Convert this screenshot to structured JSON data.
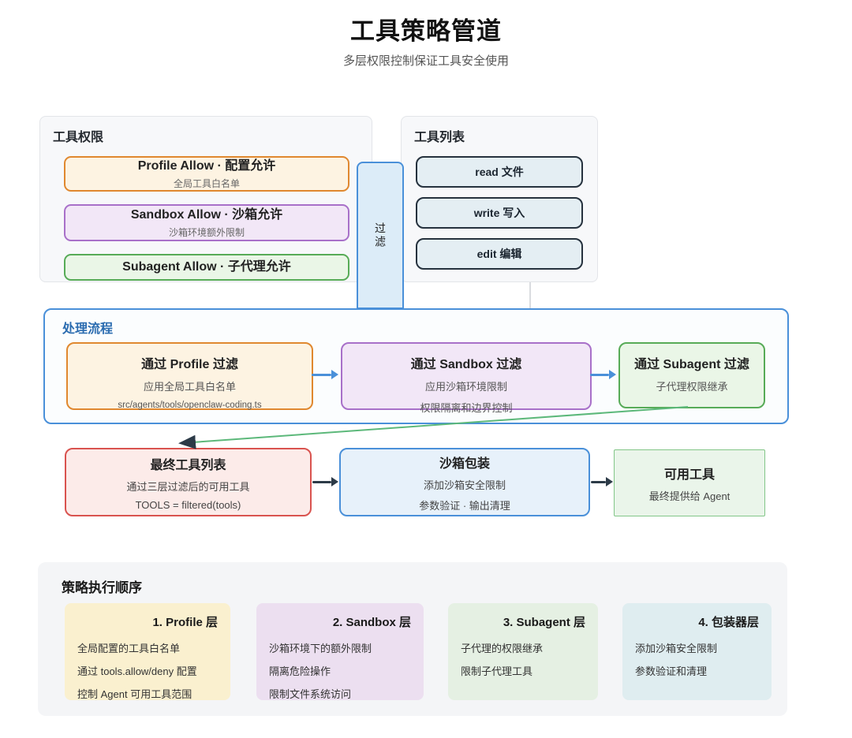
{
  "page": {
    "title": "工具策略管道",
    "subtitle": "多层权限控制保证工具安全使用"
  },
  "permissions_panel": {
    "title": "工具权限",
    "items": [
      {
        "title": "Profile Allow · 配置允许",
        "subtitle": "全局工具白名单"
      },
      {
        "title": "Sandbox Allow · 沙箱允许",
        "subtitle": "沙箱环境额外限制"
      },
      {
        "title": "Subagent Allow · 子代理允许"
      }
    ]
  },
  "filter_node": {
    "label": "过滤"
  },
  "tools_panel": {
    "title": "工具列表",
    "items": [
      "read 文件",
      "write 写入",
      "edit 编辑"
    ]
  },
  "process_panel": {
    "title": "处理流程",
    "steps": [
      {
        "title": "通过 Profile 过滤",
        "line1": "应用全局工具白名单",
        "line2": "src/agents/tools/openclaw-coding.ts"
      },
      {
        "title": "通过 Sandbox 过滤",
        "line1": "应用沙箱环境限制",
        "line2": "权限隔离和边界控制"
      },
      {
        "title": "通过 Subagent 过滤",
        "line1": "子代理权限继承"
      }
    ]
  },
  "result_row": [
    {
      "title": "最终工具列表",
      "line1": "通过三层过滤后的可用工具",
      "line2": "TOOLS = filtered(tools)"
    },
    {
      "title": "沙箱包装",
      "line1": "添加沙箱安全限制",
      "line2": "参数验证 · 输出清理"
    },
    {
      "title": "可用工具",
      "line1": "最终提供给 Agent"
    }
  ],
  "order_panel": {
    "title": "策略执行顺序",
    "cards": [
      {
        "header": "1. Profile 层",
        "items": [
          "全局配置的工具白名单",
          "通过 tools.allow/deny 配置",
          "控制 Agent 可用工具范围"
        ]
      },
      {
        "header": "2. Sandbox 层",
        "items": [
          "沙箱环境下的额外限制",
          "隔离危险操作",
          "限制文件系统访问"
        ]
      },
      {
        "header": "3. Subagent 层",
        "items": [
          "子代理的权限继承",
          "限制子代理工具"
        ]
      },
      {
        "header": "4. 包装器层",
        "items": [
          "添加沙箱安全限制",
          "参数验证和清理"
        ]
      }
    ]
  },
  "colors": {
    "profile_border": "#e0882f",
    "profile_bg": "#fdf3e2",
    "sandbox_border": "#a870c9",
    "sandbox_bg": "#f2e7f7",
    "subagent_border": "#57ab57",
    "subagent_bg": "#eaf6e7",
    "flow_blue": "#4a90d9",
    "filter_bg": "#dcecf8",
    "tool_border": "#26323e",
    "tool_bg": "#e4eef3",
    "final_border": "#d9534f",
    "final_bg": "#fcebe9",
    "wrap_bg": "#e7f1fa",
    "avail_border": "#82c688",
    "avail_bg": "#eaf5ea",
    "panel_bg": "#f7f8fa",
    "order_panel_bg": "#f4f5f7",
    "card_yellow": "#faf0cf",
    "card_purple": "#ecdff0",
    "card_green": "#e5f0e3",
    "card_teal": "#dfedf0",
    "process_label": "#2b6cb0",
    "green_link": "#5cb87a",
    "dark_arrow": "#2c3a47"
  }
}
